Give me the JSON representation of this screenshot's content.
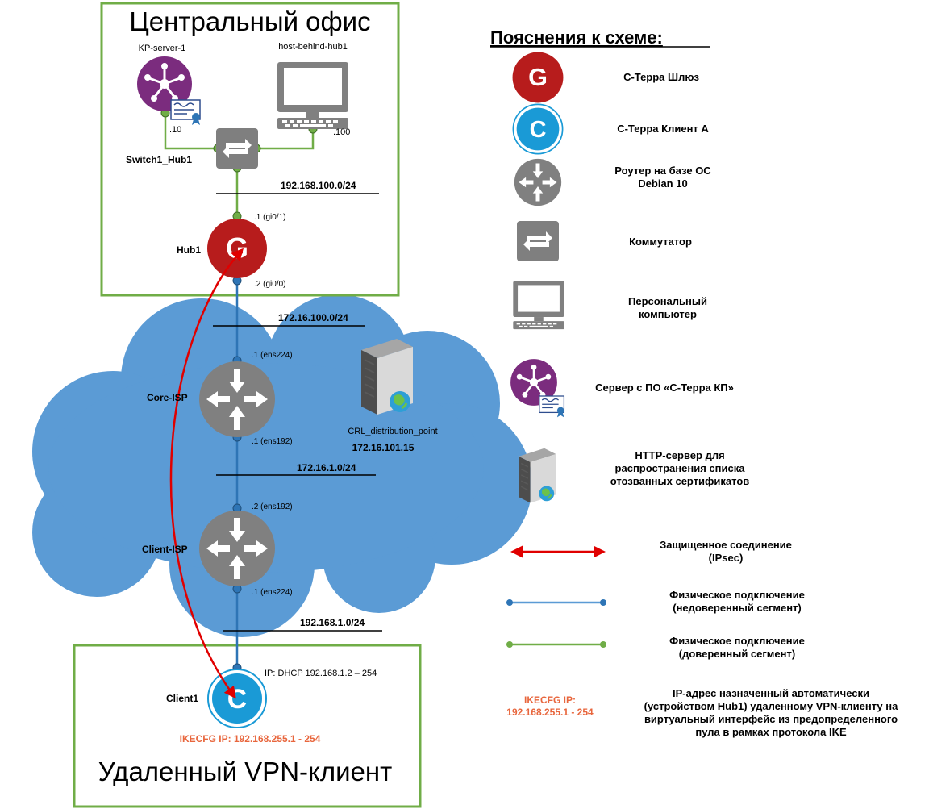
{
  "colors": {
    "cloud": "#5b9bd5",
    "trusted_link": "#70ad47",
    "untrusted_link": "#2e75b6",
    "ipsec": "#e00000",
    "gateway": "#b71c1c",
    "client": "#1a9ad6",
    "router": "#808080",
    "switch": "#7f7f7f",
    "kp_server": "#7b2c7e",
    "frame": "#70ad47",
    "ike_text": "#e8663d"
  },
  "central_office": {
    "title": "Центральный офис",
    "kp_server": {
      "name": "KP-server-1",
      "ip": ".10"
    },
    "host": {
      "name": "host-behind-hub1",
      "ip": ".100"
    },
    "switch": {
      "name": "Switch1_Hub1"
    },
    "subnet": "192.168.100.0/24",
    "hub": {
      "name": "Hub1",
      "port_inside": ".1 (gi0/1)",
      "port_outside": ".2 (gi0/0)"
    }
  },
  "internet": {
    "subnet_top": "172.16.100.0/24",
    "core_isp": {
      "name": "Core-ISP",
      "port_top": ".1 (ens224)",
      "port_bottom": ".1 (ens192)"
    },
    "crl": {
      "name": "CRL_distribution_point",
      "ip": "172.16.101.15"
    },
    "subnet_middle": "172.16.1.0/24",
    "client_isp": {
      "name": "Client-ISP",
      "port_top": ".2 (ens192)",
      "port_bottom": ".1 (ens224)"
    },
    "subnet_bottom": "192.168.1.0/24"
  },
  "remote": {
    "title": "Удаленный VPN-клиент",
    "client": {
      "name": "Client1",
      "ip": "IP: DHCP 192.168.1.2 – 254",
      "ikecfg": "IKECFG IP: 192.168.255.1 - 254"
    }
  },
  "legend": {
    "title": "Пояснения к схеме:",
    "items": {
      "gateway": [
        "С-Терра Шлюз"
      ],
      "client": [
        "С-Терра Клиент А"
      ],
      "router": [
        "Роутер на базе ОС",
        "Debian 10"
      ],
      "switch": [
        "Коммутатор"
      ],
      "pc": [
        "Персональный",
        "компьютер"
      ],
      "kp_server": [
        "Сервер с ПО «С-Терра КП»"
      ],
      "http_server": [
        "HTTP-сервер для",
        "распространения списка",
        "отозванных сертификатов"
      ],
      "ipsec": [
        "Защищенное соединение",
        "(IPsec)"
      ],
      "untrusted": [
        "Физическое подключение",
        "(недоверенный сегмент)"
      ],
      "trusted": [
        "Физическое подключение",
        "(доверенный сегмент)"
      ],
      "ikecfg": [
        "IP-адрес назначенный автоматически",
        "(устройством Hub1) удаленному VPN-клиенту на",
        "виртуальный интерфейс из предопределенного",
        "пула в рамках протокола IKE"
      ]
    },
    "ikecfg_label": [
      "IKECFG IP:",
      "192.168.255.1 - 254"
    ]
  },
  "icons": {
    "gateway": "gateway-g-icon",
    "client": "client-c-icon",
    "router": "router-icon",
    "switch": "switch-icon",
    "pc": "computer-icon",
    "kp_server": "kp-server-icon",
    "http_server": "server-tower-icon"
  }
}
